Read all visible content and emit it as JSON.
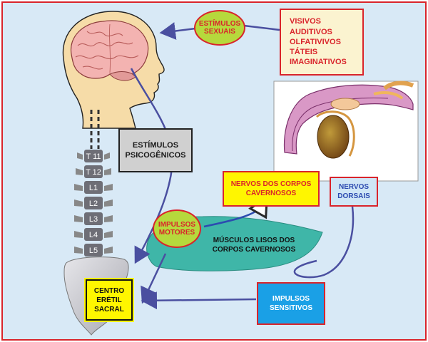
{
  "colors": {
    "frame_border": "#d9242b",
    "background": "#d8e9f6",
    "arrow": "#4a4fa0",
    "oval_fill": "#b6d93c",
    "yellow_box": "#fff600",
    "senses_box": "#fbf3d0",
    "teal_shape": "#3fb6a8",
    "blue_box": "#1aa0e6",
    "skin": "#f6dca8",
    "brain": "#f3b3b1"
  },
  "nodes": {
    "estimulos_sexuais": {
      "label": "ESTÍMULOS SEXUAIS"
    },
    "senses_list": {
      "items": [
        "VISIVOS",
        "AUDITIVOS",
        "OLFATIVIVOS",
        "TÁTEIS",
        "IMAGINATIVOS"
      ]
    },
    "estimulos_psicogenicos": {
      "label": "ESTÍMULOS PSICOGÊNICOS"
    },
    "nervos_corpos_cavernosos": {
      "label": "NERVOS DOS CORPOS CAVERNOSOS"
    },
    "nervos_dorsais": {
      "label": "NERVOS DORSAIS"
    },
    "impulsos_motores": {
      "label": "IMPULSOS MOTORES"
    },
    "musculos_lisos": {
      "label": "MÚSCULOS LISOS DOS CORPOS CAVERNOSOS"
    },
    "impulsos_sensitivos": {
      "label": "IMPULSOS SENSITIVOS"
    },
    "centro_eretil": {
      "label": "CENTRO ERÉTIL SACRAL"
    }
  },
  "vertebrae": [
    "T 11",
    "T 12",
    "L1",
    "L2",
    "L3",
    "L4",
    "L5"
  ],
  "icons": [
    "head-silhouette-icon",
    "brain-icon",
    "spine-icon",
    "sacrum-icon",
    "anatomy-illustration-icon"
  ]
}
